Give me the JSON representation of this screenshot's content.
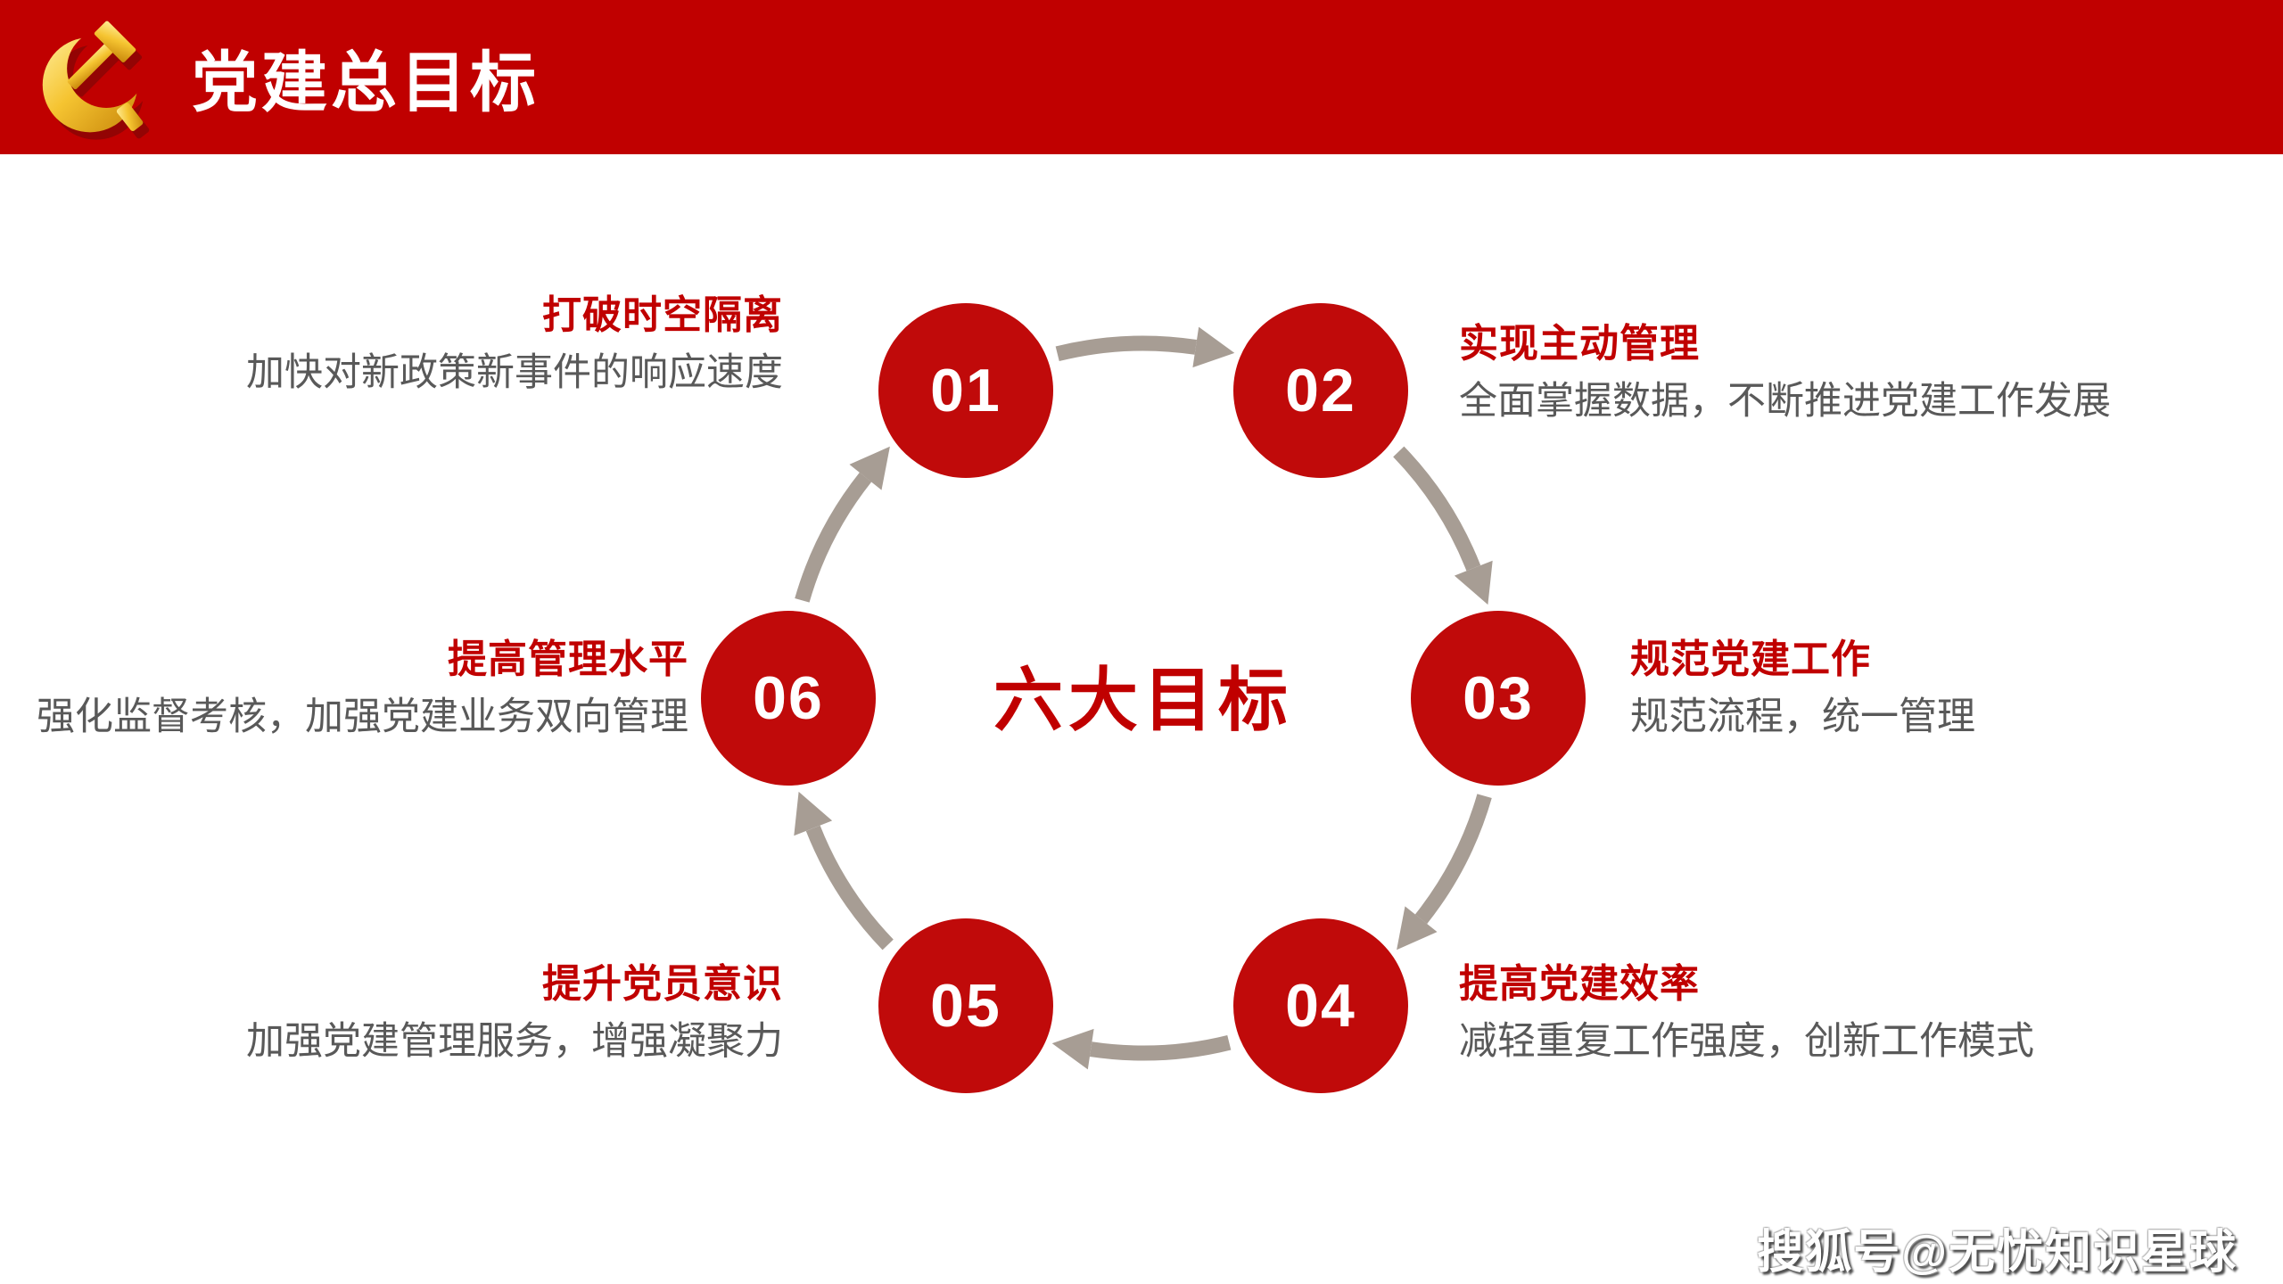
{
  "header": {
    "title": "党建总目标",
    "emblem_icon": "party-emblem",
    "bar_color": "#c00000"
  },
  "center_label": "六大目标",
  "colors": {
    "primary_red": "#c00000",
    "circle_red": "#c00a0a",
    "body_gray": "#595959",
    "arrow_gray": "#a79d94",
    "emblem_gold": "#f5c431"
  },
  "goals": [
    {
      "num": "01",
      "title": "打破时空隔离",
      "desc": "加快对新政策新事件的响应速度"
    },
    {
      "num": "02",
      "title": "实现主动管理",
      "desc": "全面掌握数据，不断推进党建工作发展"
    },
    {
      "num": "03",
      "title": "规范党建工作",
      "desc": "规范流程，统一管理"
    },
    {
      "num": "04",
      "title": "提高党建效率",
      "desc": "减轻重复工作强度，创新工作模式"
    },
    {
      "num": "05",
      "title": "提升党员意识",
      "desc": "加强党建管理服务，增强凝聚力"
    },
    {
      "num": "06",
      "title": "提高管理水平",
      "desc": "强化监督考核，加强党建业务双向管理"
    }
  ],
  "watermark": "搜狐号@无忧知识星球"
}
